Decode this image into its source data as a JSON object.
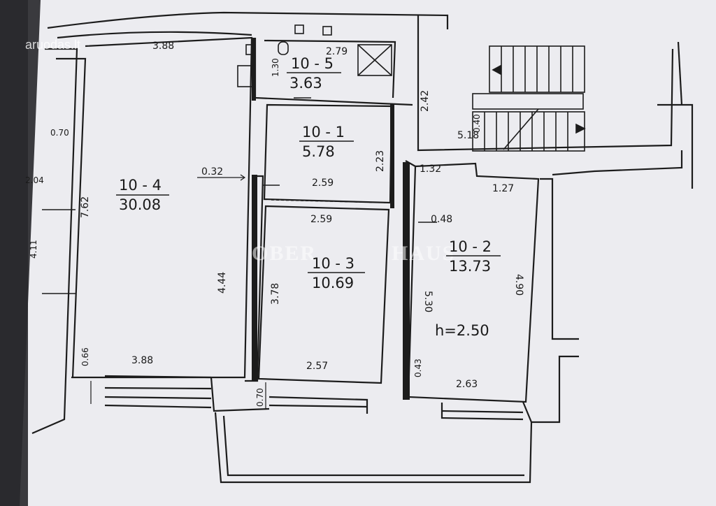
{
  "watermark": {
    "site_logo": "aruodas.lt",
    "agency": "OBER",
    "agency2": "HAUS"
  },
  "rooms": [
    {
      "id": "10 - 4",
      "area": "30.08"
    },
    {
      "id": "10 - 5",
      "area": "3.63"
    },
    {
      "id": "10 - 1",
      "area": "5.78"
    },
    {
      "id": "10 - 3",
      "area": "10.69"
    },
    {
      "id": "10 - 2",
      "area": "13.73"
    }
  ],
  "ceiling_height": "h=2.50",
  "dimensions": {
    "r4_top": "3.88",
    "r4_bottom": "3.88",
    "r4_left": "7.62",
    "r4_right": "4.44",
    "r4_gap": "0.32",
    "r4_sill": "0.66",
    "left_win1": "0.70",
    "left_win2": "2.04",
    "left_win3": "4.11",
    "r5_width": "2.79",
    "r5_height": "1.30",
    "r1_width": "2.59",
    "r1_height": "2.23",
    "corridor": "2.42",
    "r3_top": "2.59",
    "r3_bottom": "2.57",
    "r3_left": "3.78",
    "r3_sill": "0.70",
    "r2_notch": "1.32",
    "r2_top": "1.27",
    "r2_offset": "0.48",
    "r2_left": "5.30",
    "r2_right": "4.90",
    "r2_sill": "0.43",
    "r2_bottom": "2.63",
    "stair_w": "5.18",
    "stair_g": "0.40"
  }
}
